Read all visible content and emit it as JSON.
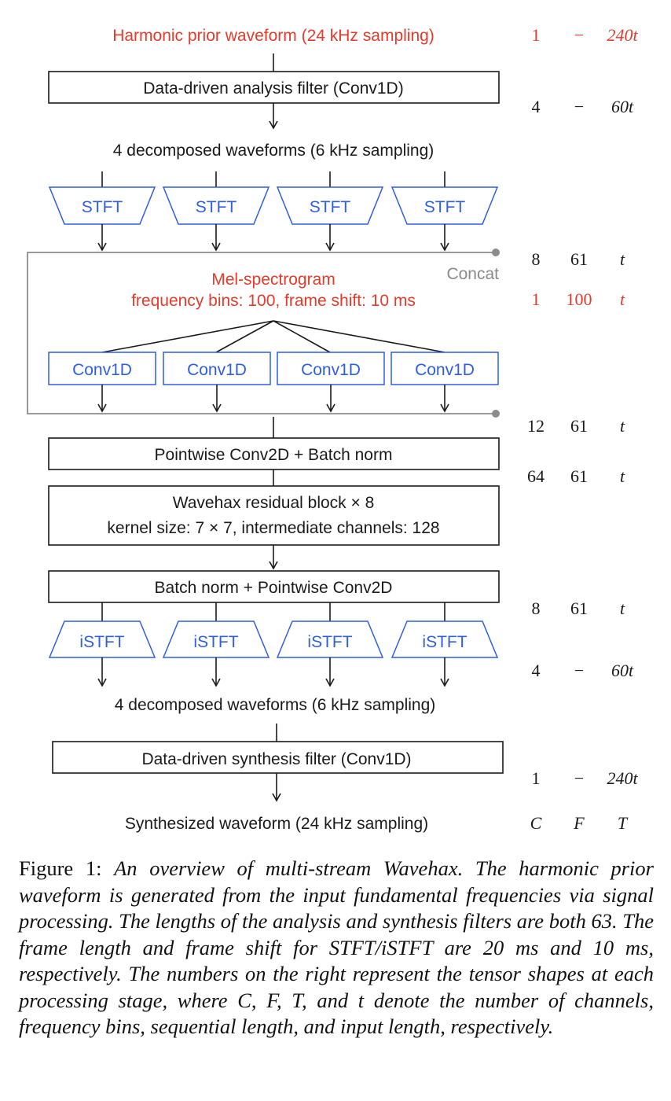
{
  "diagram": {
    "harmonic_prior": "Harmonic prior waveform (24 kHz sampling)",
    "analysis_filter": "Data-driven analysis filter (Conv1D)",
    "decomposed_top": "4 decomposed waveforms (6 kHz sampling)",
    "stft_label": "STFT",
    "concat_label": "Concat",
    "mel_title": "Mel-spectrogram",
    "mel_detail": "frequency bins: 100, frame shift: 10 ms",
    "conv1d_label": "Conv1D",
    "pointwise_block": "Pointwise Conv2D + Batch norm",
    "residual_line1": "Wavehax residual block × 8",
    "residual_line2": "kernel size: 7 × 7, intermediate channels: 128",
    "batchnorm_block": "Batch norm + Pointwise Conv2D",
    "istft_label": "iSTFT",
    "decomposed_bottom": "4 decomposed waveforms (6 kHz sampling)",
    "synthesis_filter": "Data-driven synthesis filter (Conv1D)",
    "synthesized": "Synthesized waveform (24 kHz sampling)"
  },
  "shapes": [
    {
      "c": "1",
      "f": "−",
      "t": "240t",
      "color": "#e63a2a"
    },
    {
      "c": "4",
      "f": "−",
      "t": "60t",
      "color": "#1a1a1a"
    },
    {
      "c": "8",
      "f": "61",
      "t": "t",
      "color": "#1a1a1a"
    },
    {
      "c": "1",
      "f": "100",
      "t": "t",
      "color": "#e63a2a"
    },
    {
      "c": "12",
      "f": "61",
      "t": "t",
      "color": "#1a1a1a"
    },
    {
      "c": "64",
      "f": "61",
      "t": "t",
      "color": "#1a1a1a"
    },
    {
      "c": "8",
      "f": "61",
      "t": "t",
      "color": "#1a1a1a"
    },
    {
      "c": "4",
      "f": "−",
      "t": "60t",
      "color": "#1a1a1a"
    },
    {
      "c": "1",
      "f": "−",
      "t": "240t",
      "color": "#1a1a1a"
    },
    {
      "c": "C",
      "f": "F",
      "t": "T",
      "color": "#1a1a1a"
    }
  ],
  "colors": {
    "prior_red": "#e63a2a",
    "block_blue": "#2f5ee0",
    "concat_gray": "#8c8c8c"
  },
  "caption": {
    "label": "Figure 1:",
    "text": "An overview of multi-stream Wavehax. The harmonic prior waveform is generated from the input fundamental frequencies via signal processing. The lengths of the analysis and synthesis filters are both 63. The frame length and frame shift for STFT/iSTFT are 20 ms and 10 ms, respectively. The numbers on the right represent the tensor shapes at each processing stage, where C, F, T, and t denote the number of channels, frequency bins, sequential length, and input length, respectively."
  }
}
